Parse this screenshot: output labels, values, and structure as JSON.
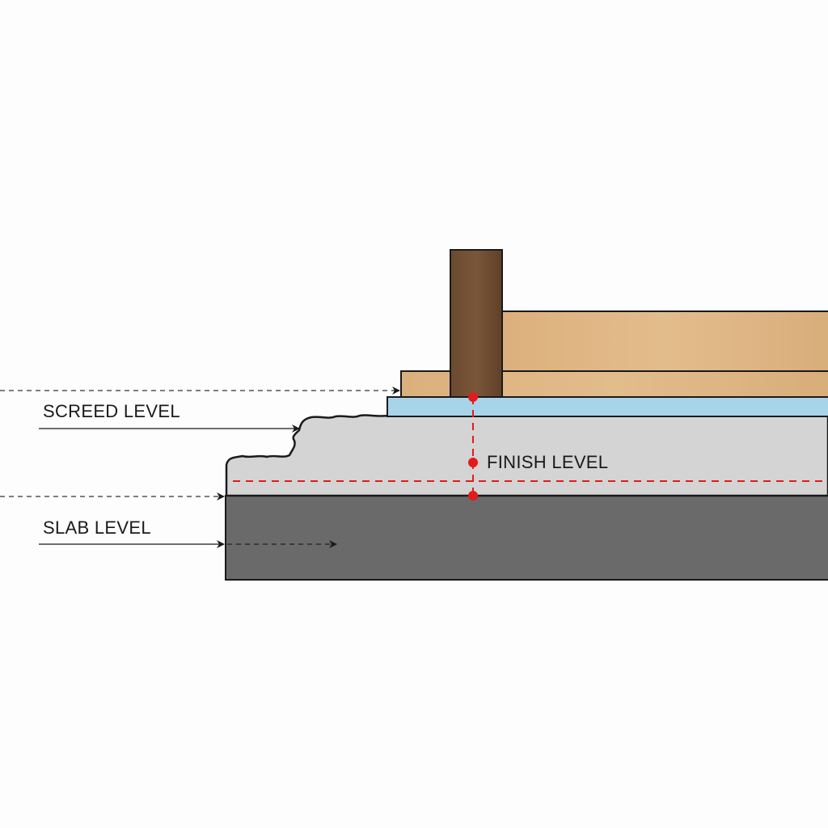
{
  "labels": {
    "screed_level": "SCREED LEVEL",
    "finish_level": "FINISH LEVEL",
    "slab_level": "SLAB LEVEL"
  },
  "colors": {
    "slab": "#6a6a6a",
    "screed": "#d6d6d6",
    "underlay": "#a8d4ea",
    "post": "#6b4a30",
    "plank": "#ddb483",
    "marker": "#e31b1b"
  }
}
